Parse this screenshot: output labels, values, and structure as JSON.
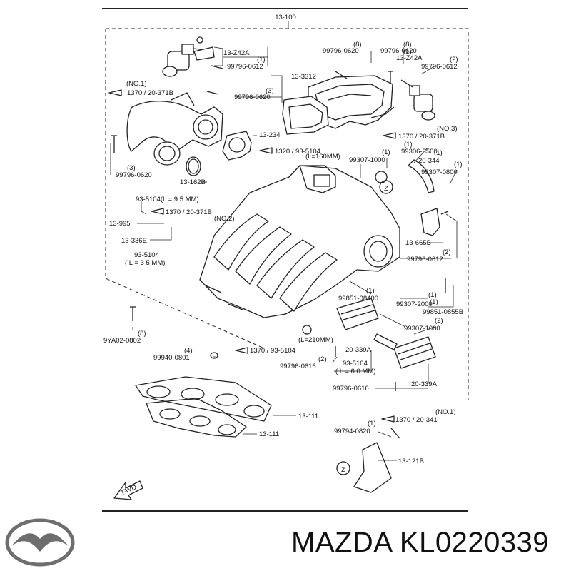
{
  "diagram": {
    "assembly_number": "13-100",
    "callouts": [
      {
        "id": "c1",
        "text": "13-Z42A"
      },
      {
        "id": "c2",
        "text": "(1)"
      },
      {
        "id": "c3",
        "text": "99796-0612"
      },
      {
        "id": "c4",
        "text": "(NO.1)"
      },
      {
        "id": "c5",
        "text": "1370 / 20-371B"
      },
      {
        "id": "c6",
        "text": "13-3312"
      },
      {
        "id": "c7",
        "text": "(3)"
      },
      {
        "id": "c8",
        "text": "99796-0620"
      },
      {
        "id": "c9",
        "text": "(8)"
      },
      {
        "id": "c10",
        "text": "99796-0620"
      },
      {
        "id": "c11",
        "text": "(8)"
      },
      {
        "id": "c12",
        "text": "99796-0620"
      },
      {
        "id": "c13",
        "text": "(1)"
      },
      {
        "id": "c14",
        "text": "13-Z42A"
      },
      {
        "id": "c15",
        "text": "(2)"
      },
      {
        "id": "c16",
        "text": "99796-0612"
      },
      {
        "id": "c17",
        "text": "(NO.3)"
      },
      {
        "id": "c18",
        "text": "1370 / 20-371B"
      },
      {
        "id": "c19",
        "text": "13-234"
      },
      {
        "id": "c20",
        "text": "1320 / 93-5104"
      },
      {
        "id": "c21",
        "text": "(L=160MM)"
      },
      {
        "id": "c22",
        "text": "(3)"
      },
      {
        "id": "c23",
        "text": "99796-0620"
      },
      {
        "id": "c24",
        "text": "13-162B"
      },
      {
        "id": "c25",
        "text": "(1)"
      },
      {
        "id": "c26",
        "text": "99307-1000"
      },
      {
        "id": "c27",
        "text": "(1)"
      },
      {
        "id": "c28",
        "text": "99306-3500"
      },
      {
        "id": "c29",
        "text": "(1)"
      },
      {
        "id": "c30",
        "text": "20-344"
      },
      {
        "id": "c31",
        "text": "(1)"
      },
      {
        "id": "c32",
        "text": "99307-0800"
      },
      {
        "id": "c33",
        "text": "93-5104(L = 9 5 MM)"
      },
      {
        "id": "c34",
        "text": "13-995"
      },
      {
        "id": "c35",
        "text": "1370 / 20-371B"
      },
      {
        "id": "c36",
        "text": "(NO.2)"
      },
      {
        "id": "c37",
        "text": "13-336E"
      },
      {
        "id": "c38",
        "text": "93-5104"
      },
      {
        "id": "c39",
        "text": "( L = 3 5 MM)"
      },
      {
        "id": "c40",
        "text": "13-665B"
      },
      {
        "id": "c41",
        "text": "(2)"
      },
      {
        "id": "c42",
        "text": "99796-0612"
      },
      {
        "id": "c43",
        "text": "(1)"
      },
      {
        "id": "c44",
        "text": "99851-08400"
      },
      {
        "id": "c45",
        "text": "(1)"
      },
      {
        "id": "c46",
        "text": "99307-2000"
      },
      {
        "id": "c47",
        "text": "(1)"
      },
      {
        "id": "c48",
        "text": "99851-0855B"
      },
      {
        "id": "c49",
        "text": "(2)"
      },
      {
        "id": "c50",
        "text": "99307-1000"
      },
      {
        "id": "c51",
        "text": "(8)"
      },
      {
        "id": "c52",
        "text": "9YA02-0802"
      },
      {
        "id": "c53",
        "text": "(L=210MM)"
      },
      {
        "id": "c54",
        "text": "1370 / 93-5104"
      },
      {
        "id": "c55",
        "text": "20-339A"
      },
      {
        "id": "c56",
        "text": "(4)"
      },
      {
        "id": "c57",
        "text": "99940-0801"
      },
      {
        "id": "c58",
        "text": "(2)"
      },
      {
        "id": "c59",
        "text": "99796-0616"
      },
      {
        "id": "c60",
        "text": "93-5104"
      },
      {
        "id": "c61",
        "text": "( L = 6 0 MM)"
      },
      {
        "id": "c62",
        "text": "99796-0616"
      },
      {
        "id": "c63",
        "text": "20-339A"
      },
      {
        "id": "c64",
        "text": "13-111"
      },
      {
        "id": "c65",
        "text": "13-111"
      },
      {
        "id": "c66",
        "text": "(NO.1)"
      },
      {
        "id": "c67",
        "text": "1370 / 20-341"
      },
      {
        "id": "c68",
        "text": "(1)"
      },
      {
        "id": "c69",
        "text": "99794-0820"
      },
      {
        "id": "c70",
        "text": "13-121B"
      },
      {
        "id": "c71",
        "text": "Z"
      },
      {
        "id": "c72",
        "text": "Z"
      }
    ],
    "fwd_label": "FWD"
  },
  "footer": {
    "brand": "MAZDA",
    "part_number": "KL0220339",
    "line": "MAZDA KL0220339"
  }
}
